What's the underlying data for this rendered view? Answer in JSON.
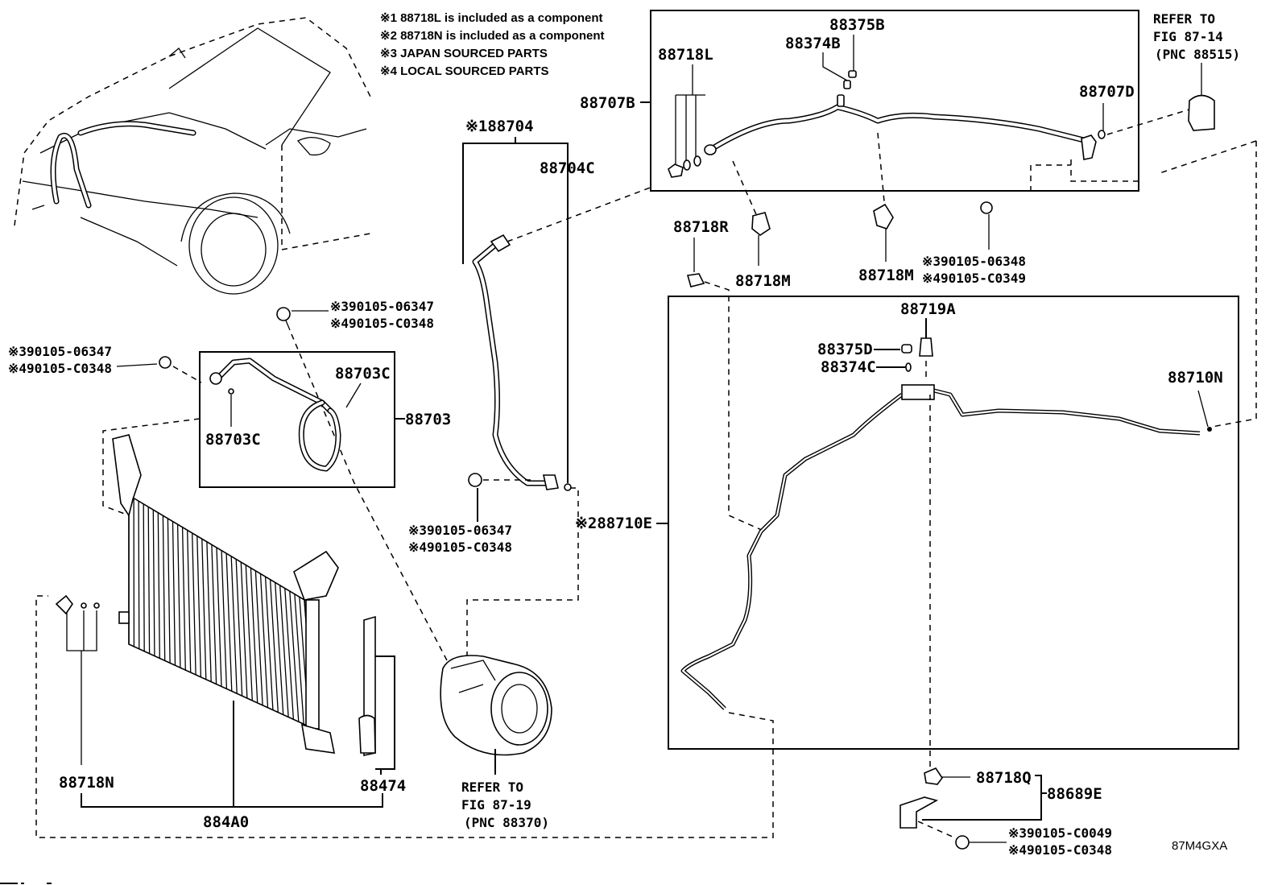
{
  "diagram": {
    "id_code": "87M4GXA",
    "notes": [
      "※1 88718L is included as a component",
      "※2 88718N is included as a component",
      "※3 JAPAN SOURCED PARTS",
      "※4 LOCAL SOURCED PARTS"
    ],
    "refer_14": [
      "REFER TO",
      "FIG 87-14",
      "(PNC 88515)"
    ],
    "refer_19": [
      "REFER TO",
      "FIG 87-19",
      "(PNC 88370)"
    ],
    "labels": {
      "p88718L": "88718L",
      "p88707B": "88707B",
      "p88374B": "88374B",
      "p88375B": "88375B",
      "p88707D": "88707D",
      "p88704": "※188704",
      "p88704C": "88704C",
      "p88718R": "88718R",
      "p88718M_a": "88718M",
      "p88718M_b": "88718M",
      "p88719A": "88719A",
      "p88375D": "88375D",
      "p88374C": "88374C",
      "p88710N": "88710N",
      "p88710E": "※288710E",
      "p88703C_a": "88703C",
      "p88703C_b": "88703C",
      "p88703": "88703",
      "p88718N": "88718N",
      "p884A0": "884A0",
      "p88474": "88474",
      "p88718Q": "88718Q",
      "p88689E": "88689E"
    },
    "bolts": {
      "b1": [
        "※390105-06347",
        "※490105-C0348"
      ],
      "b2": [
        "※390105-06347",
        "※490105-C0348"
      ],
      "b3": [
        "※390105-06347",
        "※490105-C0348"
      ],
      "b4": [
        "※390105-06348",
        "※490105-C0349"
      ],
      "b5": [
        "※390105-C0049",
        "※490105-C0348"
      ]
    }
  }
}
